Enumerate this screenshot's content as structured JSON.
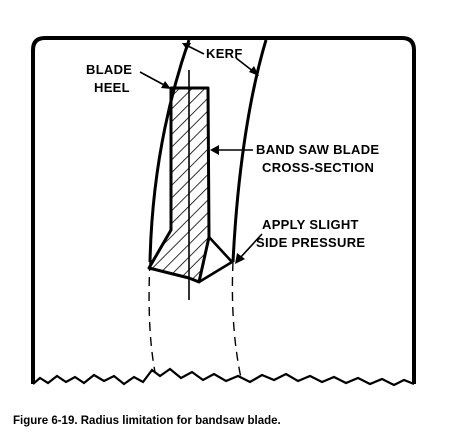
{
  "labels": {
    "kerf": "KERF",
    "blade_heel_line1": "BLADE",
    "blade_heel_line2": "HEEL",
    "cross_section_line1": "BAND SAW BLADE",
    "cross_section_line2": "CROSS-SECTION",
    "pressure_line1": "APPLY SLIGHT",
    "pressure_line2": "SIDE PRESSURE"
  },
  "caption": "Figure 6-19. Radius limitation for bandsaw blade.",
  "colors": {
    "ink": "#000000",
    "paper": "#ffffff"
  }
}
